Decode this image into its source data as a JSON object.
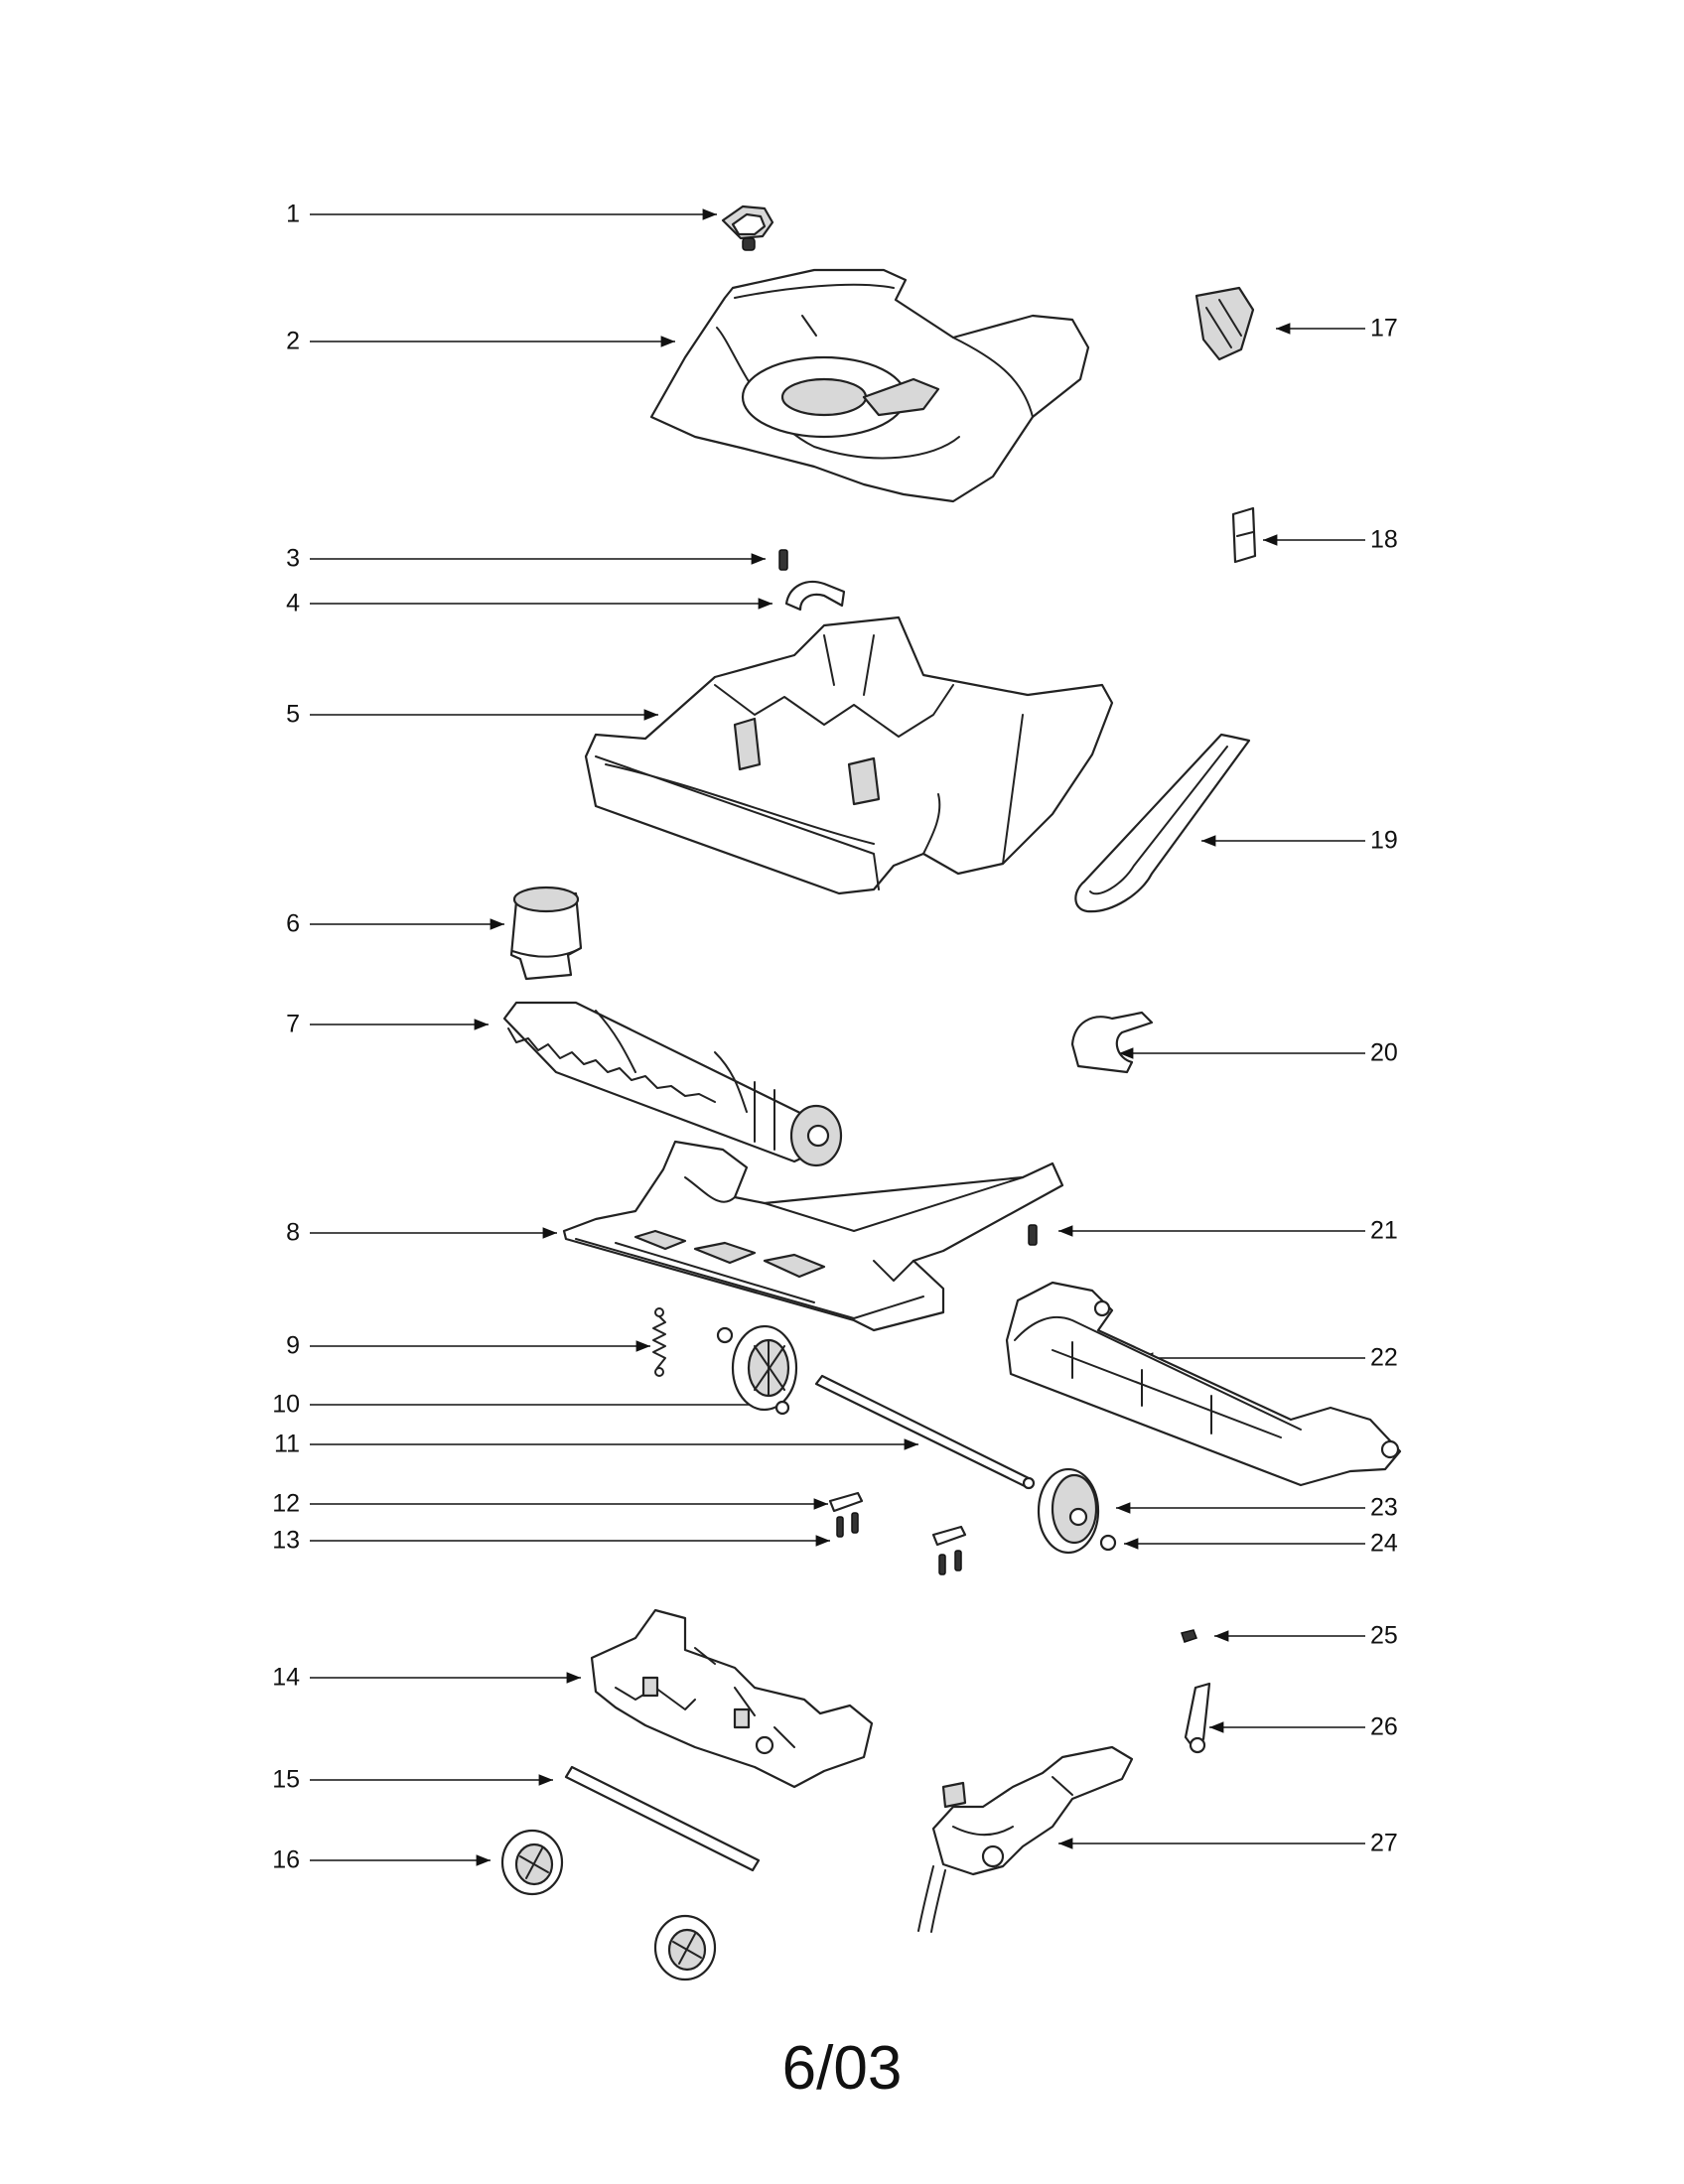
{
  "callouts": {
    "c1": "1",
    "c2": "2",
    "c3": "3",
    "c4": "4",
    "c5": "5",
    "c6": "6",
    "c7": "7",
    "c8": "8",
    "c9": "9",
    "c10": "10",
    "c11": "11",
    "c12": "12",
    "c13": "13",
    "c14": "14",
    "c15": "15",
    "c16": "16",
    "c17": "17",
    "c18": "18",
    "c19": "19",
    "c20": "20",
    "c21": "21",
    "c22": "22",
    "c23": "23",
    "c24": "24",
    "c25": "25",
    "c26": "26",
    "c27": "27"
  },
  "footer": {
    "date_code": "6/03"
  }
}
